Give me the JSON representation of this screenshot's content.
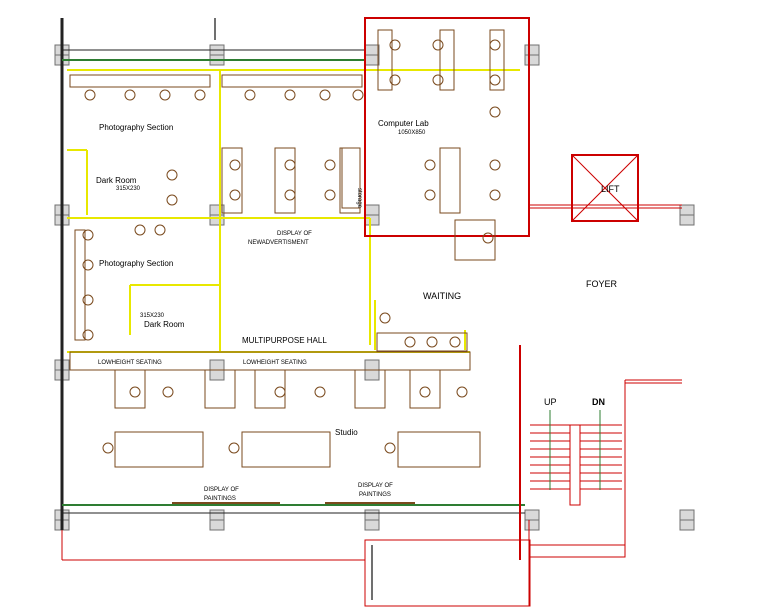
{
  "labels": {
    "photo_top": "Photography Section",
    "photo_mid": "Photography Section",
    "dark_room_1": "Dark Room",
    "dark_room_1_size": "315X230",
    "dark_room_2": "Dark Room",
    "dark_room_2_size": "315X230",
    "computer_lab": "Computer Lab",
    "computer_lab_size": "1050X850",
    "storage": "storage",
    "display_ad_1": "DISPLAY OF",
    "display_ad_2": "NEWADVERTISMENT",
    "lift": "LIFT",
    "foyer": "FOYER",
    "waiting": "WAITING",
    "multipurpose": "MULTIPURPOSE HALL",
    "lowheight_1": "LOWHEIGHT SEATING",
    "lowheight_2": "LOWHEIGHT SEATING",
    "studio": "Studio",
    "paintings_1a": "DISPLAY OF",
    "paintings_1b": "PAINTINGS",
    "paintings_2a": "DISPLAY OF",
    "paintings_2b": "PAINTINGS",
    "up": "UP",
    "dn": "DN"
  },
  "colors": {
    "wall": "#222222",
    "partition": "#e8e800",
    "red": "#cc0000",
    "furniture": "#7a4a1e",
    "column": "#707070",
    "glazing": "#2e7d32"
  }
}
